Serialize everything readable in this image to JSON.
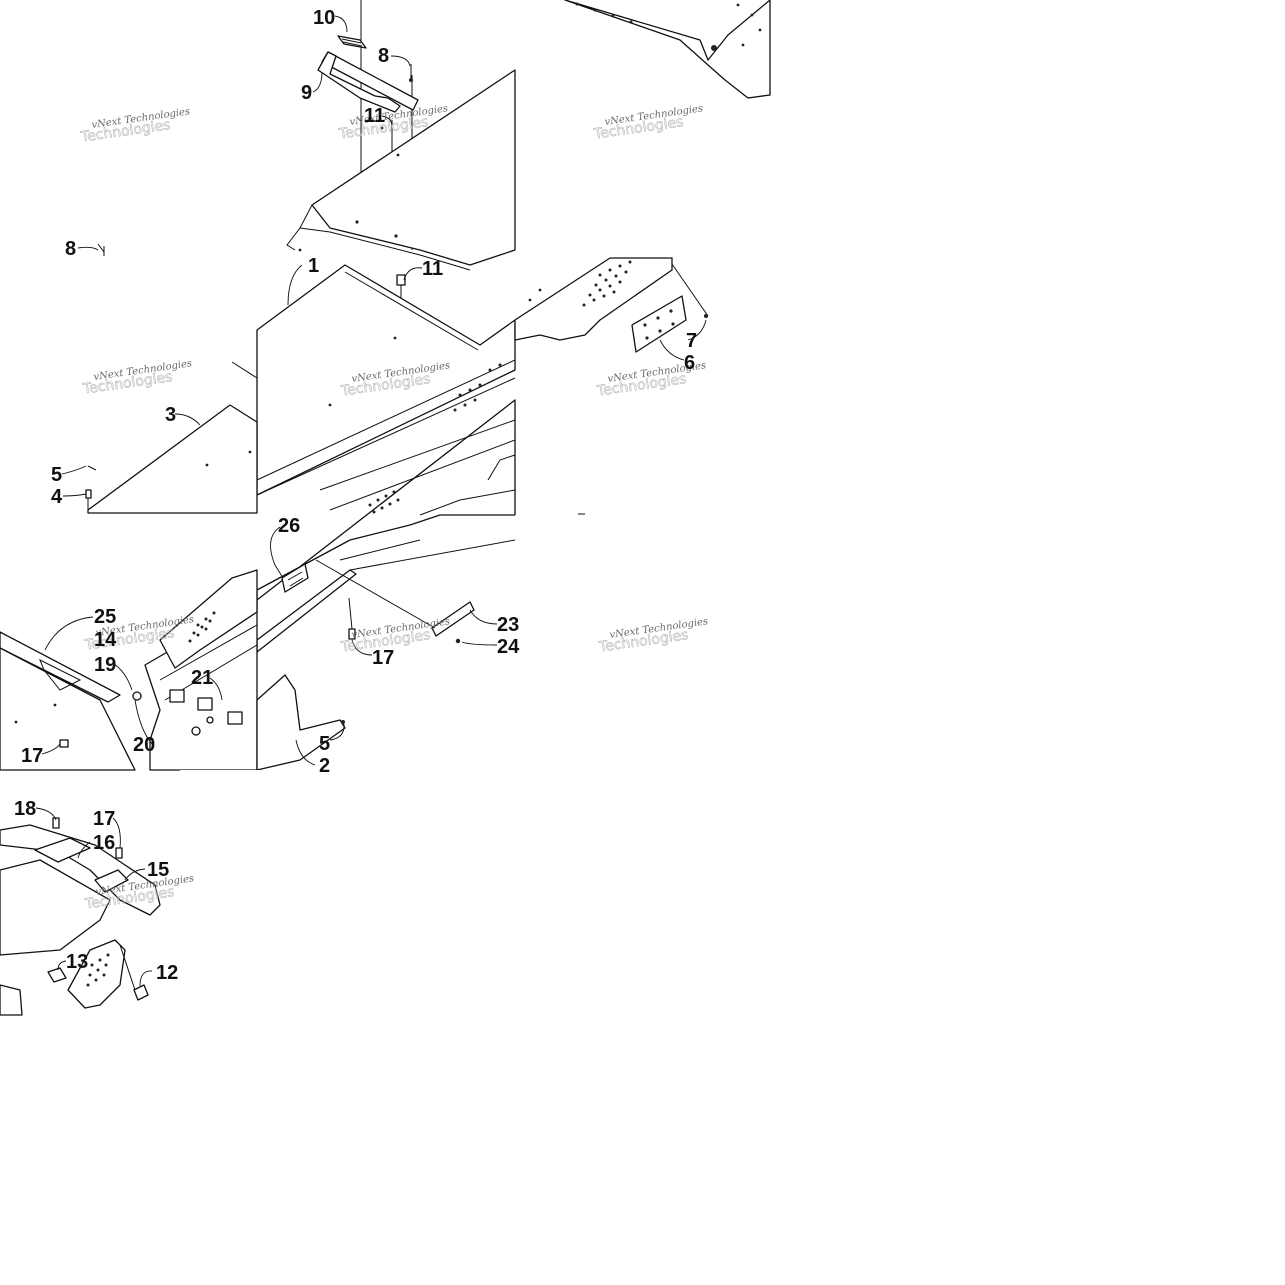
{
  "diagram": {
    "callouts": [
      {
        "id": "c10",
        "label": "10"
      },
      {
        "id": "c8a",
        "label": "8"
      },
      {
        "id": "c9",
        "label": "9"
      },
      {
        "id": "c11a",
        "label": "11"
      },
      {
        "id": "c8b",
        "label": "8"
      },
      {
        "id": "c1",
        "label": "1"
      },
      {
        "id": "c11b",
        "label": "11"
      },
      {
        "id": "c7",
        "label": "7"
      },
      {
        "id": "c6",
        "label": "6"
      },
      {
        "id": "c3",
        "label": "3"
      },
      {
        "id": "c5a",
        "label": "5"
      },
      {
        "id": "c4",
        "label": "4"
      },
      {
        "id": "c26",
        "label": "26"
      },
      {
        "id": "c25",
        "label": "25"
      },
      {
        "id": "c14",
        "label": "14"
      },
      {
        "id": "c19",
        "label": "19"
      },
      {
        "id": "c21",
        "label": "21"
      },
      {
        "id": "c23",
        "label": "23"
      },
      {
        "id": "c24",
        "label": "24"
      },
      {
        "id": "c17a",
        "label": "17"
      },
      {
        "id": "c20",
        "label": "20"
      },
      {
        "id": "c17b",
        "label": "17"
      },
      {
        "id": "c5b",
        "label": "5"
      },
      {
        "id": "c2",
        "label": "2"
      },
      {
        "id": "c18",
        "label": "18"
      },
      {
        "id": "c17c",
        "label": "17"
      },
      {
        "id": "c16",
        "label": "16"
      },
      {
        "id": "c15",
        "label": "15"
      },
      {
        "id": "c13",
        "label": "13"
      },
      {
        "id": "c12",
        "label": "12"
      }
    ],
    "watermark_text": "vNext Technologies",
    "watermark_ghost": "Technologies",
    "colors": {
      "line": "#111111",
      "watermark": "#6b6b6b",
      "background": "#ffffff"
    }
  }
}
